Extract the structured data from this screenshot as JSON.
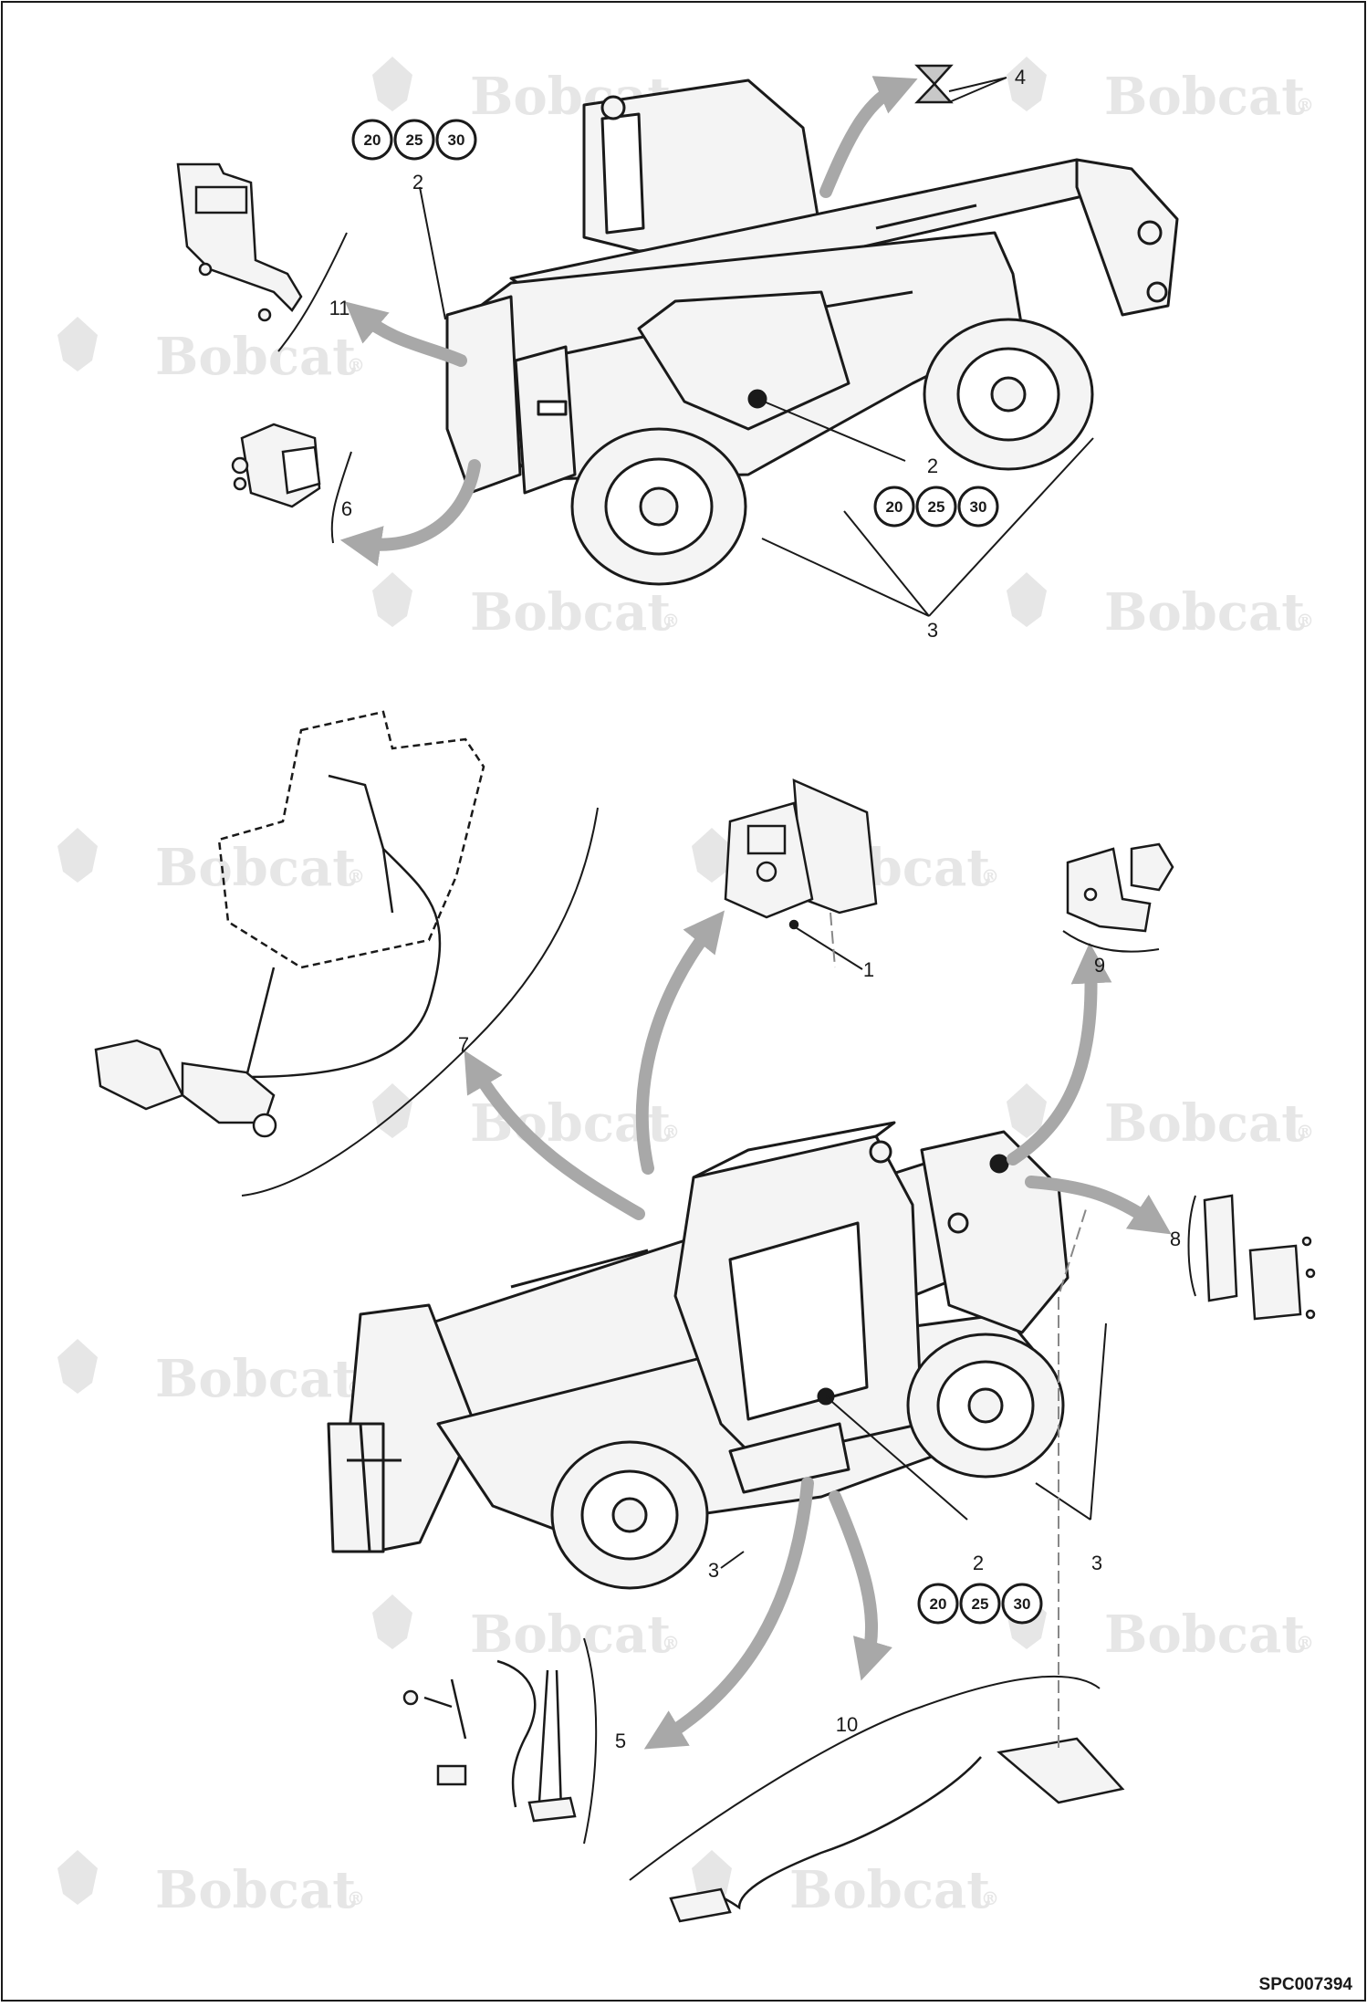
{
  "watermark": {
    "brand": "Bobcat",
    "mark": "®"
  },
  "drawing_number": "SPC007394",
  "callouts": {
    "c1": "1",
    "c2a": "2",
    "c2b": "2",
    "c2c": "2",
    "c3a": "3",
    "c3b": "3",
    "c3c": "3",
    "c4": "4",
    "c5": "5",
    "c6": "6",
    "c7": "7",
    "c8": "8",
    "c9": "9",
    "c10": "10",
    "c11": "11"
  },
  "variant_badges": {
    "a": [
      "20",
      "25",
      "30"
    ],
    "b": [
      "20",
      "25",
      "30"
    ],
    "c": [
      "20",
      "25",
      "30"
    ]
  },
  "colors": {
    "line": "#1a1a1a",
    "arrow": "#a8a8a8",
    "watermark": "#e6e6e6",
    "fill": "#f4f4f4"
  }
}
